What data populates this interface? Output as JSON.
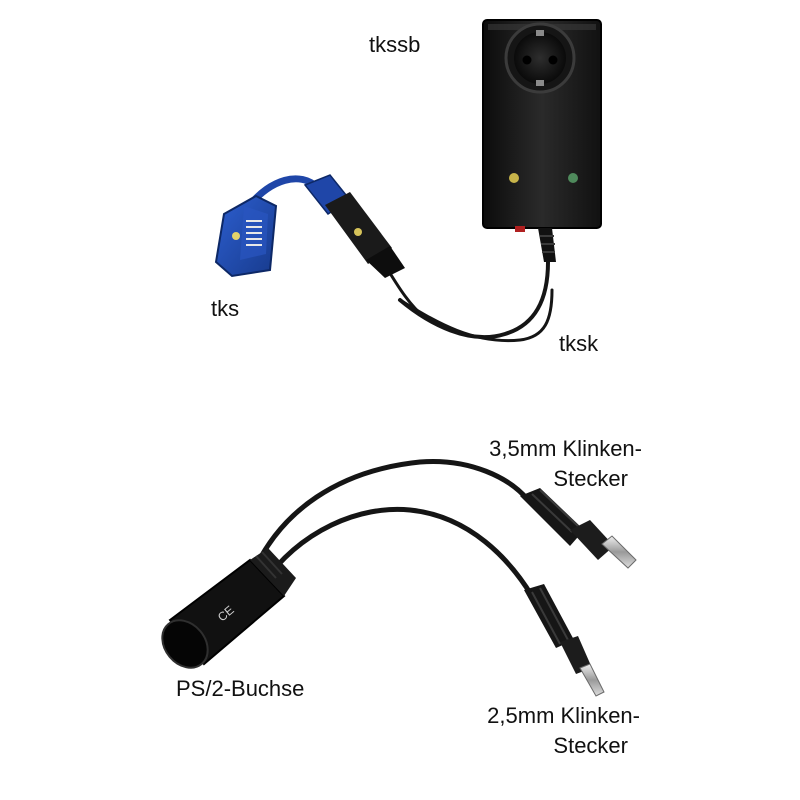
{
  "labels": {
    "tkssb": "tkssb",
    "tks": "tks",
    "tksk": "tksk",
    "plug35_line1": "3,5mm Klinken-",
    "plug35_line2": "Stecker",
    "ps2": "PS/2-Buchse",
    "plug25_line1": "2,5mm Klinken-",
    "plug25_line2": "Stecker"
  },
  "marks": {
    "ce": "CE"
  },
  "colors": {
    "background": "#ffffff",
    "box": "#1a1a1a",
    "sensor_blue": "#1f46a8",
    "cable": "#151515",
    "led_yellow": "#c7b44a",
    "led_green": "#4f8a5c"
  }
}
